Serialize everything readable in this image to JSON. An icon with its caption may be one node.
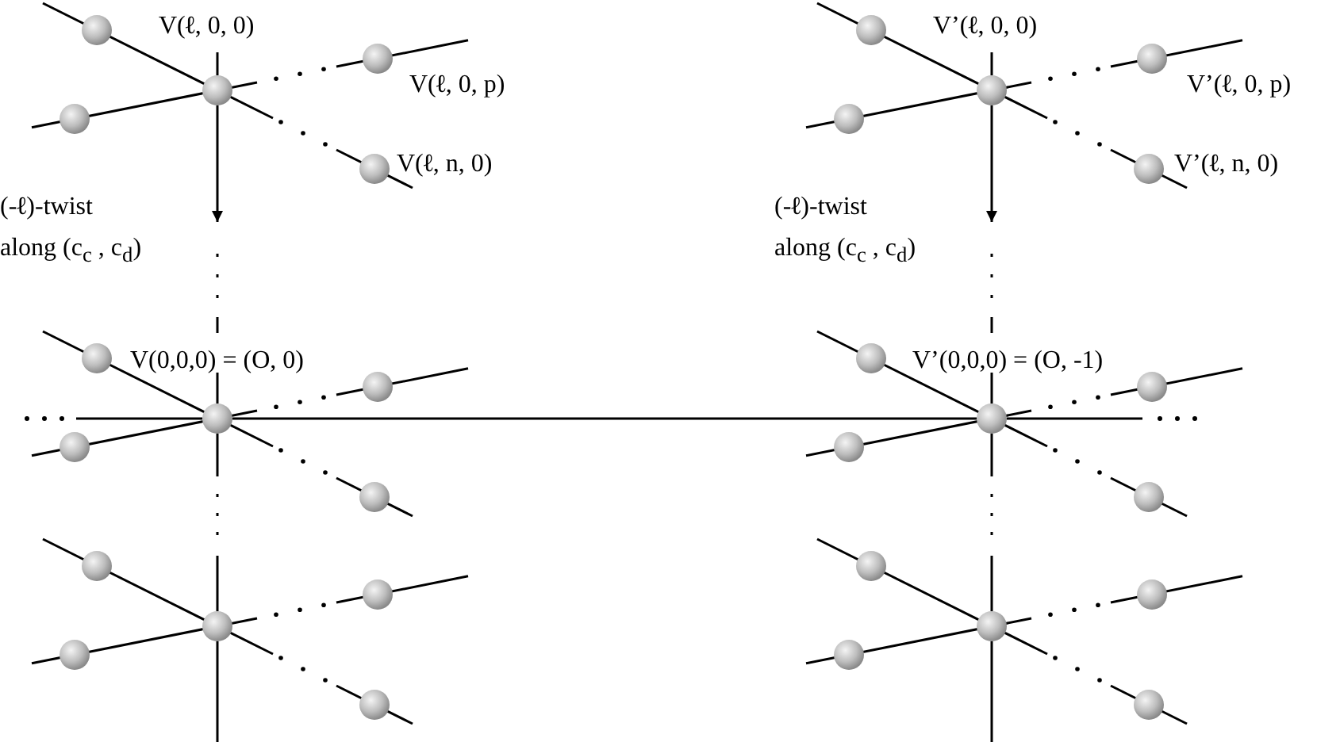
{
  "diagram": {
    "nodes": [
      {
        "text": [],
        "shape": "circle",
        "beside": [
          "V(**ℓ**, 0, 0)"
        ]
      },
      {
        "text": [],
        "shape": "circle",
        "beside": [
          "V’(**ℓ**, 0, 0)"
        ]
      },
      {
        "text": [],
        "shape": "circle",
        "beside": [
          "V(0,0,0) = (O, 0)"
        ]
      },
      {
        "text": [],
        "shape": "circle",
        "beside": [
          "V’(0,0,0) = (O, -1)"
        ]
      },
      {
        "text": [],
        "shape": "circle"
      },
      {
        "text": [],
        "shape": "circle"
      }
    ],
    "edges": [
      {
        "from": 0,
        "to": null,
        "arrow": "to",
        "label": "(-**ℓ**)-twist along (c$_{c}$ , c$_{d}$)"
      },
      {
        "from": null,
        "to": 2,
        "arrow": "none",
        "style": "dashed"
      },
      {
        "from": 1,
        "to": null,
        "arrow": "to",
        "label": "(-**ℓ**)-twist along (c$_{c}$ , c$_{d}$)"
      },
      {
        "from": null,
        "to": 3,
        "arrow": "none",
        "style": "dashed"
      },
      {
        "from": 2,
        "to": 3,
        "arrow": "none"
      },
      {
        "from": 2,
        "to": 4,
        "arrow": "none",
        "style": "dashed"
      },
      {
        "from": 3,
        "to": 5,
        "arrow": "none",
        "style": "dashed"
      }
    ],
    "labels": [
      "V(**ℓ**, 0, p)",
      "V(**ℓ**, n, 0)",
      "V’(**ℓ**, 0, p)",
      "V’(**ℓ**, n, 0)"
    ]
  }
}
